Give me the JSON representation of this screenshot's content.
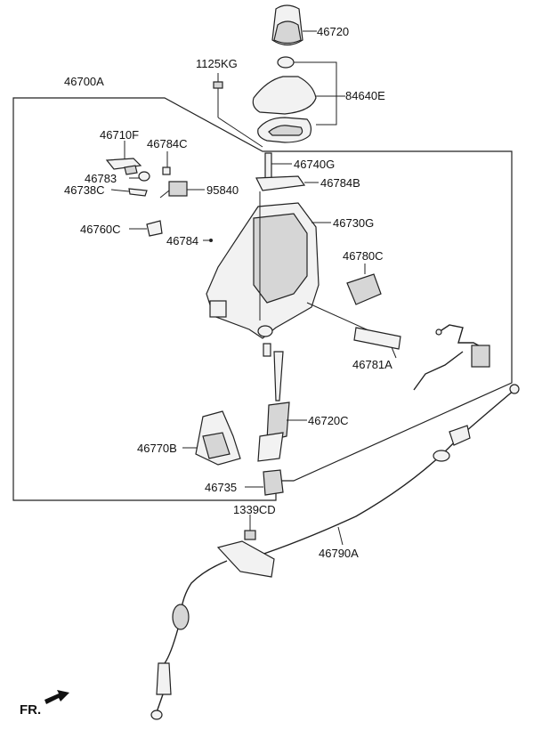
{
  "parts": {
    "p46720": "46720",
    "p1125KG": "1125KG",
    "p84640E": "84640E",
    "p46700A": "46700A",
    "p46710F": "46710F",
    "p46784C": "46784C",
    "p46740G": "46740G",
    "p46783": "46783",
    "p46738C": "46738C",
    "p95840": "95840",
    "p46784B": "46784B",
    "p46730G": "46730G",
    "p46760C": "46760C",
    "p46784": "46784",
    "p46780C": "46780C",
    "p46781A": "46781A",
    "p46720C": "46720C",
    "p46770B": "46770B",
    "p46735": "46735",
    "p1339CD": "1339CD",
    "p46790A": "46790A"
  },
  "direction_label": "FR."
}
